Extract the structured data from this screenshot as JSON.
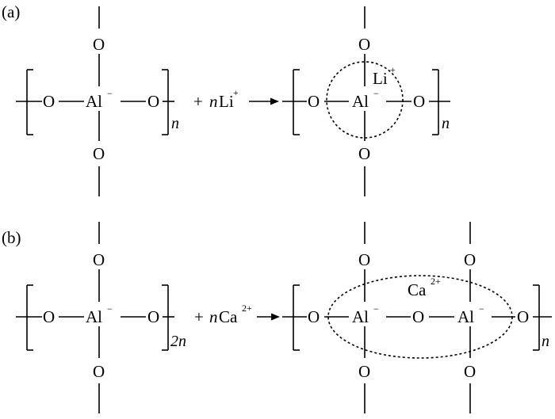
{
  "panels": [
    {
      "label": "(a)",
      "left": {
        "o": "O",
        "al": "Al",
        "charge": "−",
        "subscript": "n"
      },
      "reagent": {
        "plus": "+",
        "coef": "n",
        "ion": "Li",
        "ion_charge": "+"
      },
      "right": {
        "o": "O",
        "al": "Al",
        "charge": "−",
        "ion": "Li",
        "ion_charge": "+",
        "subscript": "n"
      }
    },
    {
      "label": "(b)",
      "left": {
        "o": "O",
        "al": "Al",
        "charge": "−",
        "subscript": "2n"
      },
      "reagent": {
        "plus": "+",
        "coef": "n",
        "ion": "Ca",
        "ion_charge": "2+"
      },
      "right": {
        "o": "O",
        "al": "Al",
        "charge": "−",
        "ion": "Ca",
        "ion_charge": "2+",
        "subscript": "n"
      }
    }
  ],
  "colors": {
    "ink": "#000000",
    "background": "#ffffff"
  }
}
